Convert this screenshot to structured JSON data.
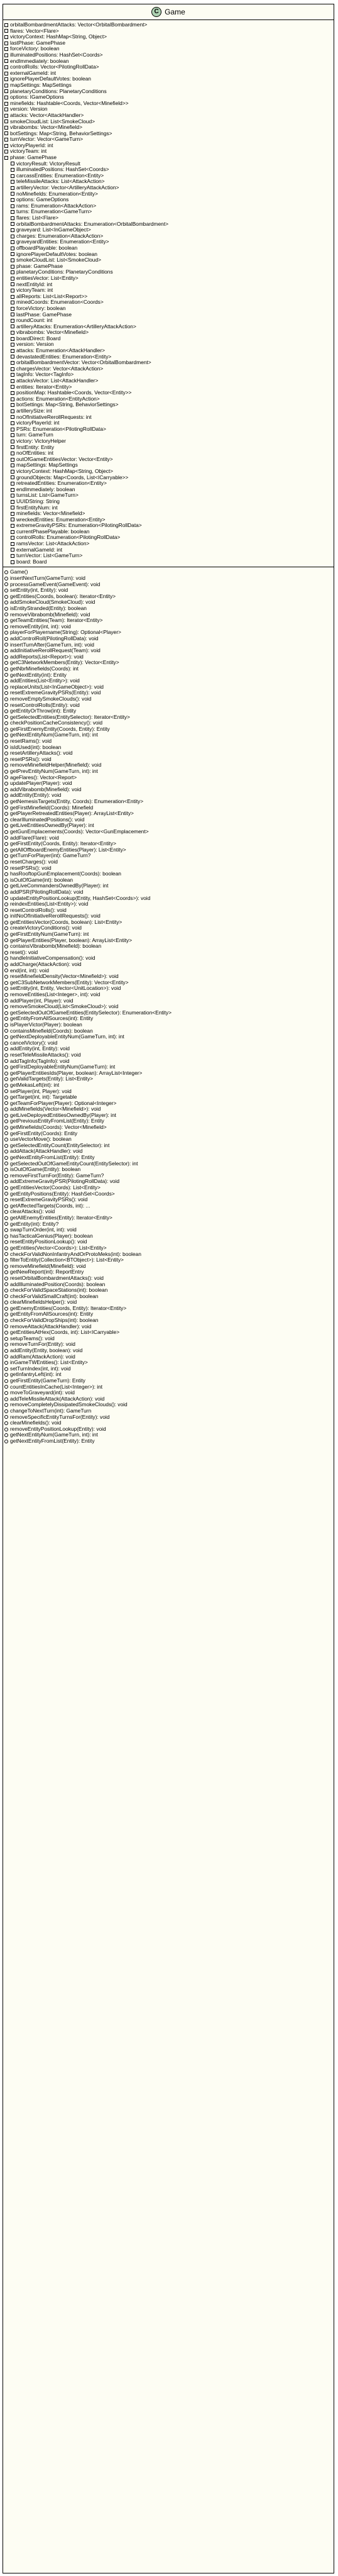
{
  "class_name": "Game",
  "class_stereotype_letter": "C",
  "fields": [
    {
      "text": "orbitalBombardmentAttacks: Vector<OrbitalBombardment>",
      "indent": false
    },
    {
      "text": "flares: Vector<Flare>",
      "indent": false
    },
    {
      "text": "victoryContext: HashMap<String, Object>",
      "indent": false
    },
    {
      "text": "lastPhase: GamePhase",
      "indent": false
    },
    {
      "text": "forceVictory: boolean",
      "indent": false
    },
    {
      "text": "illuminatedPositions: HashSet<Coords>",
      "indent": false
    },
    {
      "text": "endImmediately: boolean",
      "indent": false
    },
    {
      "text": "controlRolls: Vector<PilotingRollData>",
      "indent": false
    },
    {
      "text": "externalGameId: int",
      "indent": false
    },
    {
      "text": "ignorePlayerDefaultVotes: boolean",
      "indent": false
    },
    {
      "text": "mapSettings: MapSettings",
      "indent": false
    },
    {
      "text": "planetaryConditions: PlanetaryConditions",
      "indent": false
    },
    {
      "text": "options: IGameOptions",
      "indent": false
    },
    {
      "text": "minefields: Hashtable<Coords, Vector<Minefield>>",
      "indent": false
    },
    {
      "text": "version: Version",
      "indent": false
    },
    {
      "text": "attacks: Vector<AttackHandler>",
      "indent": false
    },
    {
      "text": "smokeCloudList: List<SmokeCloud>",
      "indent": false
    },
    {
      "text": "vibrabombs: Vector<Minefield>",
      "indent": false
    },
    {
      "text": "botSettings: Map<String, BehaviorSettings>",
      "indent": false
    },
    {
      "text": "turnVector: Vector<GameTurn>",
      "indent": false
    },
    {
      "text": "victoryPlayerId: int",
      "indent": false
    },
    {
      "text": "victoryTeam: int",
      "indent": false
    },
    {
      "text": "phase: GamePhase",
      "indent": false
    },
    {
      "text": "victoryResult: VictoryResult",
      "indent": true
    },
    {
      "text": "illuminatedPositions: HashSet<Coords>",
      "indent": true
    },
    {
      "text": "carcassEntities: Enumeration<Entity>",
      "indent": true
    },
    {
      "text": "teleMissileAttacks: List<AttackAction>",
      "indent": true
    },
    {
      "text": "artilleryVector: Vector<ArtilleryAttackAction>",
      "indent": true
    },
    {
      "text": "noMinefields: Enumeration<Entity>",
      "indent": true
    },
    {
      "text": "options: GameOptions",
      "indent": true
    },
    {
      "text": "rams: Enumeration<AttackAction>",
      "indent": true
    },
    {
      "text": "turns: Enumeration<GameTurn>",
      "indent": true
    },
    {
      "text": "flares: List<Flare>",
      "indent": true
    },
    {
      "text": "orbitalBombardmentAttacks: Enumeration<OrbitalBombardment>",
      "indent": true
    },
    {
      "text": "graveyard: List<InGameObject>",
      "indent": true
    },
    {
      "text": "charges: Enumeration<AttackAction>",
      "indent": true
    },
    {
      "text": "graveyardEntities: Enumeration<Entity>",
      "indent": true
    },
    {
      "text": "offboardPlayable: boolean",
      "indent": true
    },
    {
      "text": "ignorePlayerDefaultVotes: boolean",
      "indent": true
    },
    {
      "text": "smokeCloudList: List<SmokeCloud>",
      "indent": true
    },
    {
      "text": "phase: GamePhase",
      "indent": true
    },
    {
      "text": "planetaryConditions: PlanetaryConditions",
      "indent": true
    },
    {
      "text": "entitiesVector: List<Entity>",
      "indent": true
    },
    {
      "text": "nextEntityId: int",
      "indent": true
    },
    {
      "text": "victoryTeam: int",
      "indent": true
    },
    {
      "text": "allReports: List<List<Report>>",
      "indent": true
    },
    {
      "text": "minedCoords: Enumeration<Coords>",
      "indent": true
    },
    {
      "text": "forceVictory: boolean",
      "indent": true
    },
    {
      "text": "lastPhase: GamePhase",
      "indent": true
    },
    {
      "text": "roundCount: int",
      "indent": true
    },
    {
      "text": "artilleryAttacks: Enumeration<ArtilleryAttackAction>",
      "indent": true
    },
    {
      "text": "vibrabombs: Vector<Minefield>",
      "indent": true
    },
    {
      "text": "boardDirect: Board",
      "indent": true
    },
    {
      "text": "version: Version",
      "indent": true
    },
    {
      "text": "attacks: Enumeration<AttackHandler>",
      "indent": true
    },
    {
      "text": "devastatedEntities: Enumeration<Entity>",
      "indent": true
    },
    {
      "text": "orbitalBombardmentVector: Vector<OrbitalBombardment>",
      "indent": true
    },
    {
      "text": "chargesVector: Vector<AttackAction>",
      "indent": true
    },
    {
      "text": "tagInfo: Vector<TagInfo>",
      "indent": true
    },
    {
      "text": "attacksVector: List<AttackHandler>",
      "indent": true
    },
    {
      "text": "entities: Iterator<Entity>",
      "indent": true
    },
    {
      "text": "positionMap: Hashtable<Coords, Vector<Entity>>",
      "indent": true
    },
    {
      "text": "actions: Enumeration<EntityAction>",
      "indent": true
    },
    {
      "text": "botSettings: Map<String, BehaviorSettings>",
      "indent": true
    },
    {
      "text": "artillerySize: int",
      "indent": true
    },
    {
      "text": "noOfInitiativeRerollRequests: int",
      "indent": true
    },
    {
      "text": "victoryPlayerId: int",
      "indent": true
    },
    {
      "text": "PSRs: Enumeration<PilotingRollData>",
      "indent": true
    },
    {
      "text": "turn: GameTurn",
      "indent": true
    },
    {
      "text": "victory: VictoryHelper",
      "indent": true
    },
    {
      "text": "firstEntity: Entity",
      "indent": true
    },
    {
      "text": "noOfEntities: int",
      "indent": true
    },
    {
      "text": "outOfGameEntitiesVector: Vector<Entity>",
      "indent": true
    },
    {
      "text": "mapSettings: MapSettings",
      "indent": true
    },
    {
      "text": "victoryContext: HashMap<String, Object>",
      "indent": true
    },
    {
      "text": "groundObjects: Map<Coords, List<ICarryable>>",
      "indent": true
    },
    {
      "text": "retreatedEntities: Enumeration<Entity>",
      "indent": true
    },
    {
      "text": "endImmediately: boolean",
      "indent": true
    },
    {
      "text": "turnsList: List<GameTurn>",
      "indent": true
    },
    {
      "text": "UUIDString: String",
      "indent": true
    },
    {
      "text": "firstEntityNum: int",
      "indent": true
    },
    {
      "text": "minefields: Vector<Minefield>",
      "indent": true
    },
    {
      "text": "wreckedEntities: Enumeration<Entity>",
      "indent": true
    },
    {
      "text": "extremeGravityPSRs: Enumeration<PilotingRollData>",
      "indent": true
    },
    {
      "text": "currentPhasePlayable: boolean",
      "indent": true
    },
    {
      "text": "controlRolls: Enumeration<PilotingRollData>",
      "indent": true
    },
    {
      "text": "ramsVector: List<AttackAction>",
      "indent": true
    },
    {
      "text": "externalGameId: int",
      "indent": true
    },
    {
      "text": "turnVector: List<GameTurn>",
      "indent": true
    },
    {
      "text": "board: Board",
      "indent": true
    }
  ],
  "methods": [
    "Game()",
    "insertNextTurn(GameTurn): void",
    "processGameEvent(GameEvent): void",
    "setEntity(int, Entity): void",
    "getEntities(Coords, boolean): Iterator<Entity>",
    "addSmokeCloud(SmokeCloud): void",
    "isEntityStranded(Entity): boolean",
    "removeVibrabomb(Minefield): void",
    "getTeamEntities(Team): Iterator<Entity>",
    "removeEntity(int, int): void",
    "playerForPlayername(String): Optional<Player>",
    "addControlRoll(PilotingRollData): void",
    "insertTurnAfter(GameTurn, int): void",
    "addInitiativeRerollRequest(Team): void",
    "addReports(List<Report>): void",
    "getC3NetworkMembers(Entity): Vector<Entity>",
    "getNbrMinefields(Coords): int",
    "getNextEntity(int): Entity",
    "addEntities(List<Entity>): void",
    "replaceUnits(List<InGameObject>): void",
    "resetExtremeGravityPSRs(Entity): void",
    "removeEmptySmokeClouds(): void",
    "resetControlRolls(Entity): void",
    "getEntityOrThrow(int): Entity",
    "getSelectedEntities(EntitySelector): Iterator<Entity>",
    "checkPositionCacheConsistency(): void",
    "getFirstEnemyEntity(Coords, Entity): Entity",
    "getNextEntityNum(GameTurn, int): int",
    "resetRams(): void",
    "isIdUsed(int): boolean",
    "resetArtilleryAttacks(): void",
    "resetPSRs(): void",
    "removeMinefieldHelper(Minefield): void",
    "getPrevEntityNum(GameTurn, int): int",
    "ageFlares(): Vector<Report>",
    "updatePlayer(Player): void",
    "addVibrabomb(Minefield): void",
    "addEntity(Entity): void",
    "getNemesisTargets(Entity, Coords): Enumeration<Entity>",
    "getFirstMinefield(Coords): Minefield",
    "getPlayerRetreatedEntities(Player): ArrayList<Entity>",
    "clearIlluminatedPositions(): void",
    "getLiveEntitiesOwnedBy(Player): int",
    "getGunEmplacements(Coords): Vector<GunEmplacement>",
    "addFlare(Flare): void",
    "getFirstEntity(Coords, Entity): Iterator<Entity>",
    "getAllOffboardEnemyEntities(Player): List<Entity>",
    "getTurnForPlayer(int): GameTurn?",
    "resetCharges(): void",
    "resetPSRs(): void",
    "hasRooftopGunEmplacement(Coords): boolean",
    "isOutOfGame(int): boolean",
    "getLiveCommandersOwnedBy(Player): int",
    "addPSR(PilotingRollData): void",
    "updateEntityPositionLookup(Entity, HashSet<Coords>): void",
    "reindexEntities(List<Entity>): void",
    "resetControlRolls(): void",
    "initNoOfInitiativeRerollRequests(): void",
    "getEntitiesVector(Coords, boolean): List<Entity>",
    "createVictoryConditions(): void",
    "getFirstEntityNum(GameTurn): int",
    "getPlayerEntities(Player, boolean): ArrayList<Entity>",
    "containsVibrabomb(Minefield): boolean",
    "reset(): void",
    "handleInitiativeCompensation(): void",
    "addCharge(AttackAction): void",
    "end(int, int): void",
    "resetMinefieldDensity(Vector<Minefield>): void",
    "getC3SubNetworkMembers(Entity): Vector<Entity>",
    "setEntity(int, Entity, Vector<UnitLocation>): void",
    "removeEntities(List<Integer>, int): void",
    "addPlayer(int, Player): void",
    "removeSmokeCloud(List<SmokeCloud>): void",
    "getSelectedOutOfGameEntities(EntitySelector): Enumeration<Entity>",
    "getEntityFromAllSources(int): Entity",
    "isPlayerVictor(Player): boolean",
    "containsMinefield(Coords): boolean",
    "getNextDeployableEntityNum(GameTurn, int): int",
    "cancelVictory(): void",
    "addEntity(int, Entity): void",
    "resetTeleMissileAttacks(): void",
    "addTagInfo(TagInfo): void",
    "getFirstDeployableEntityNum(GameTurn): int",
    "getPlayerEntitiesIds(Player, boolean): ArrayList<Integer>",
    "getValidTargets(Entity): List<Entity>",
    "getMekasLeft(int): int",
    "setPlayer(int, Player): void",
    "getTarget(int, int): Targetable",
    "getTeamForPlayer(Player): Optional<Integer>",
    "addMinefields(Vector<Minefield>): void",
    "getLiveDeployedEntitiesOwnedBy(Player): int",
    "getPreviousEntityFromList(Entity): Entity",
    "getMinefields(Coords): Vector<Minefield>",
    "getFirstEntity(Coords): Entity",
    "useVectorMove(): boolean",
    "getSelectedEntityCount(EntitySelector): int",
    "addAttack(AttackHandler): void",
    "getNextEntityFromList(Entity): Entity",
    "getSelectedOutOfGameEntityCount(EntitySelector): int",
    "isOutOfGame(Entity): boolean",
    "removeFirstTurnFor(Entity): GameTurn?",
    "addExtremeGravityPSR(PilotingRollData): void",
    "getEntitiesVector(Coords): List<Entity>",
    "getEntityPositions(Entity): HashSet<Coords>",
    "resetExtremeGravityPSRs(): void",
    "getAffectedTargets(Coords, int): ...",
    "clearAttacks(): void",
    "getAllEnemyEntities(Entity): Iterator<Entity>",
    "getEntity(int): Entity?",
    "swapTurnOrder(int, int): void",
    "hasTacticalGenius(Player): boolean",
    "resetEntityPositionLookup(): void",
    "getEntities(Vector<Coords>): List<Entity>",
    "checkForValidNonInfantryAndOrProtoMeks(int): boolean",
    "filterToEntity(Collection<BTObject>): List<Entity>",
    "removeMinefield(Minefield): void",
    "getNewReport(int): ReportEntry",
    "resetOrbitalBombardmentAttacks(): void",
    "addIlluminatedPosition(Coords): boolean",
    "checkForValidSpaceStations(int): boolean",
    "checkForValidSmallCraft(int): boolean",
    "clearMinefieldsHelper(): void",
    "getEnemyEntities(Coords, Entity): Iterator<Entity>",
    "getEntityFromAllSources(int): Entity",
    "checkForValidDropShips(int): boolean",
    "removeAttack(AttackHandler): void",
    "getEntitiesAtHex(Coords, int): List<ICarryable>",
    "setupTeams(): void",
    "removeTurnFor(Entity): void",
    "addEntity(Entity, boolean): void",
    "addRam(AttackAction): void",
    "inGameTWEntities(): List<Entity>",
    "setTurnIndex(int, int): void",
    "getInfantryLeft(int): int",
    "getFirstEntity(GameTurn): Entity",
    "countEntitiesInCache(List<Integer>): int",
    "moveToGraveyard(int): void",
    "addTeleMissileAttack(AttackAction): void",
    "removeCompletelyDissipatedSmokeClouds(): void",
    "changeToNextTurn(int): GameTurn",
    "removeSpecificEntityTurnsFor(Entity): void",
    "clearMinefields(): void",
    "removeEntityPositionLookup(Entity): void",
    "getNextEntityNum(GameTurn, int): int",
    "getNextEntityFromList(Entity): Entity"
  ]
}
